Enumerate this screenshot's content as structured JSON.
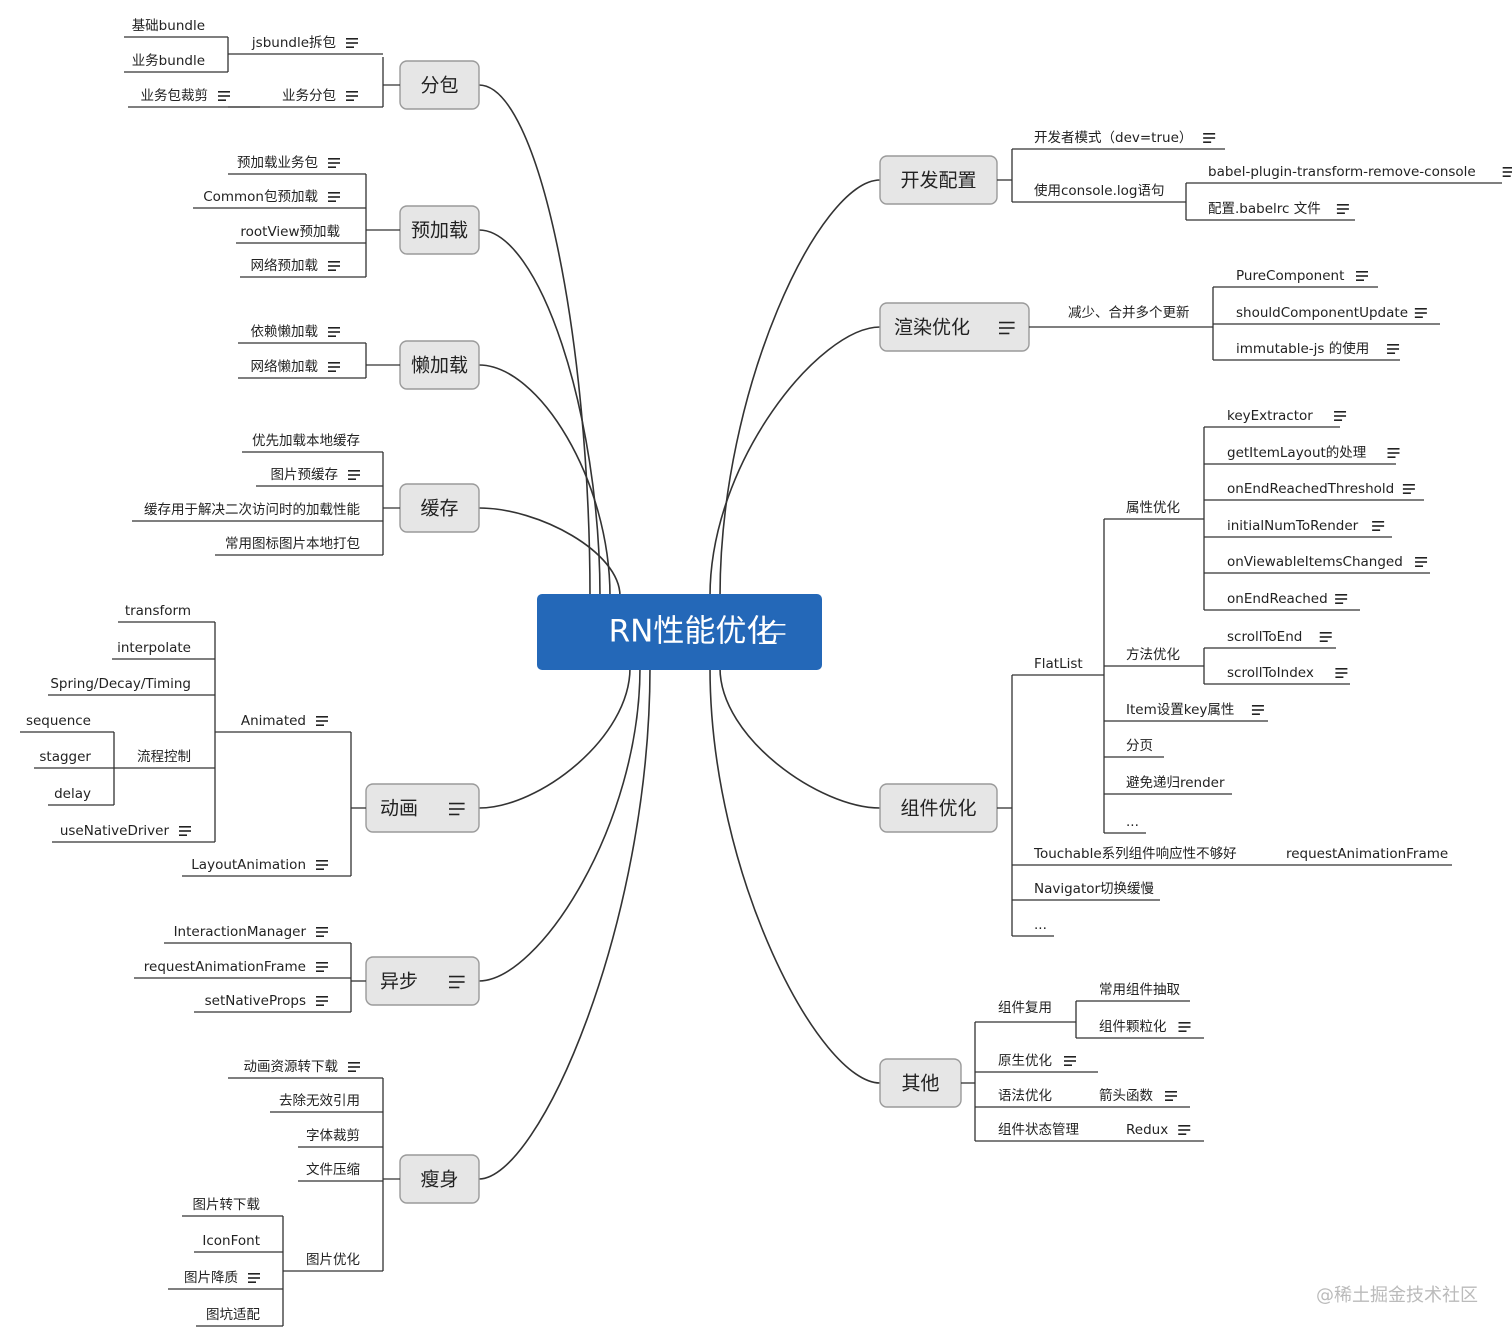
{
  "center": {
    "label": "RN性能优化",
    "icon": "note-icon",
    "color": "#2468b8"
  },
  "colors": {
    "line": "#333333",
    "node_fill": "#e6e6e6",
    "node_stroke": "#9a9a9a",
    "text": "#222222",
    "watermark": "#bbbbbb"
  },
  "left_topics": [
    {
      "label": "分包",
      "children": [
        {
          "label": "jsbundle拆包",
          "note": true,
          "children": [
            {
              "label": "基础bundle"
            },
            {
              "label": "业务bundle"
            }
          ]
        },
        {
          "label": "业务分包",
          "note": true,
          "children": [
            {
              "label": "业务包裁剪",
              "note": true
            }
          ]
        }
      ]
    },
    {
      "label": "预加载",
      "children": [
        {
          "label": "预加载业务包",
          "note": true
        },
        {
          "label": "Common包预加载",
          "note": true
        },
        {
          "label": "rootView预加载"
        },
        {
          "label": "网络预加载",
          "note": true
        }
      ]
    },
    {
      "label": "懒加载",
      "children": [
        {
          "label": "依赖懒加载",
          "note": true
        },
        {
          "label": "网络懒加载",
          "note": true
        }
      ]
    },
    {
      "label": "缓存",
      "children": [
        {
          "label": "优先加载本地缓存"
        },
        {
          "label": "图片预缓存",
          "note": true
        },
        {
          "label": "缓存用于解决二次访问时的加载性能"
        },
        {
          "label": "常用图标图片本地打包"
        }
      ]
    },
    {
      "label": "动画",
      "note": true,
      "children": [
        {
          "label": "Animated",
          "note": true,
          "children": [
            {
              "label": "transform"
            },
            {
              "label": "interpolate"
            },
            {
              "label": "Spring/Decay/Timing"
            },
            {
              "label": "流程控制",
              "children": [
                {
                  "label": "sequence"
                },
                {
                  "label": "stagger"
                },
                {
                  "label": "delay"
                }
              ]
            },
            {
              "label": "useNativeDriver",
              "note": true
            }
          ]
        },
        {
          "label": "LayoutAnimation",
          "note": true
        }
      ]
    },
    {
      "label": "异步",
      "note": true,
      "children": [
        {
          "label": "InteractionManager",
          "note": true
        },
        {
          "label": "requestAnimationFrame",
          "note": true
        },
        {
          "label": "setNativeProps",
          "note": true
        }
      ]
    },
    {
      "label": "瘦身",
      "children": [
        {
          "label": "动画资源转下载",
          "note": true
        },
        {
          "label": "去除无效引用"
        },
        {
          "label": "字体裁剪"
        },
        {
          "label": "文件压缩"
        },
        {
          "label": "图片优化",
          "children": [
            {
              "label": "图片转下载"
            },
            {
              "label": "IconFont"
            },
            {
              "label": "图片降质",
              "note": true
            },
            {
              "label": "图坑适配"
            }
          ]
        }
      ]
    }
  ],
  "right_topics": [
    {
      "label": "开发配置",
      "children": [
        {
          "label": "开发者模式（dev=true）",
          "note": true
        },
        {
          "label": "使用console.log语句",
          "children": [
            {
              "label": "babel-plugin-transform-remove-console",
              "note": true
            },
            {
              "label": "配置.babelrc 文件",
              "note": true
            }
          ]
        }
      ]
    },
    {
      "label": "渲染优化",
      "note": true,
      "children": [
        {
          "label": "减少、合并多个更新",
          "children": [
            {
              "label": "PureComponent",
              "note": true
            },
            {
              "label": "shouldComponentUpdate",
              "note": true
            },
            {
              "label": "immutable-js 的使用",
              "note": true
            }
          ]
        }
      ]
    },
    {
      "label": "组件优化",
      "children": [
        {
          "label": "FlatList",
          "children": [
            {
              "label": "属性优化",
              "children": [
                {
                  "label": "keyExtractor",
                  "note": true
                },
                {
                  "label": "getItemLayout的处理",
                  "note": true
                },
                {
                  "label": "onEndReachedThreshold",
                  "note": true
                },
                {
                  "label": "initialNumToRender",
                  "note": true
                },
                {
                  "label": "onViewableItemsChanged",
                  "note": true
                },
                {
                  "label": "onEndReached",
                  "note": true
                }
              ]
            },
            {
              "label": "方法优化",
              "children": [
                {
                  "label": "scrollToEnd",
                  "note": true
                },
                {
                  "label": "scrollToIndex",
                  "note": true
                }
              ]
            },
            {
              "label": "Item设置key属性",
              "note": true
            },
            {
              "label": "分页"
            },
            {
              "label": "避免递归render"
            },
            {
              "label": "..."
            }
          ]
        },
        {
          "label": "Touchable系列组件响应性不够好",
          "children": [
            {
              "label": "requestAnimationFrame"
            }
          ]
        },
        {
          "label": "Navigator切换缓慢"
        },
        {
          "label": "..."
        }
      ]
    },
    {
      "label": "其他",
      "children": [
        {
          "label": "组件复用",
          "children": [
            {
              "label": "常用组件抽取"
            },
            {
              "label": "组件颗粒化",
              "note": true
            }
          ]
        },
        {
          "label": "原生优化",
          "note": true
        },
        {
          "label": "语法优化",
          "children": [
            {
              "label": "箭头函数",
              "note": true
            }
          ]
        },
        {
          "label": "组件状态管理",
          "children": [
            {
              "label": "Redux",
              "note": true
            }
          ]
        }
      ]
    }
  ],
  "watermark": "@稀土掘金技术社区"
}
